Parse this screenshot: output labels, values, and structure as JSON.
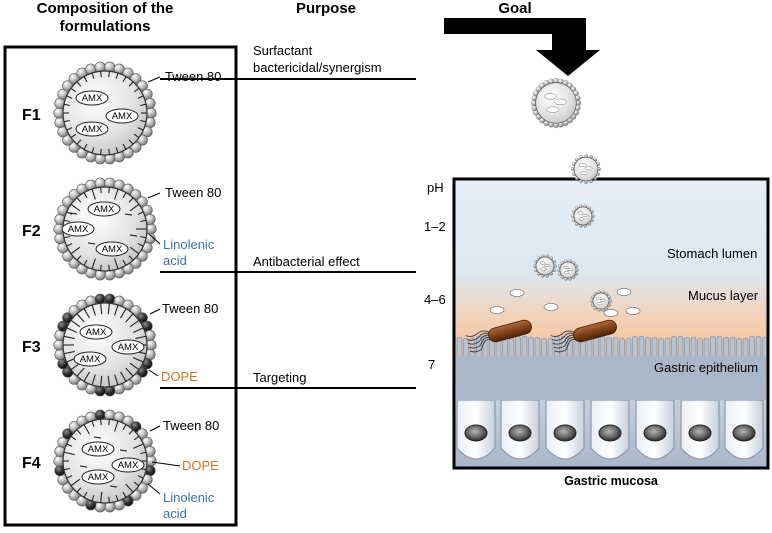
{
  "headers": {
    "composition_line1": "Composition of the",
    "composition_line2": "formulations",
    "purpose": "Purpose",
    "goal": "Goal"
  },
  "formulations": [
    {
      "id": "F1",
      "tween": "Tween 80",
      "amx": [
        "AMX",
        "AMX",
        "AMX"
      ]
    },
    {
      "id": "F2",
      "tween": "Tween 80",
      "linolenic_line1": "Linolenic",
      "linolenic_line2": "acid",
      "amx": [
        "AMX",
        "AMX",
        "AMX"
      ]
    },
    {
      "id": "F3",
      "tween": "Tween 80",
      "dope": "DOPE",
      "amx": [
        "AMX",
        "AMX",
        "AMX"
      ]
    },
    {
      "id": "F4",
      "tween": "Tween 80",
      "dope": "DOPE",
      "linolenic_line1": "Linolenic",
      "linolenic_line2": "acid",
      "amx": [
        "AMX",
        "AMX",
        "AMX"
      ]
    }
  ],
  "purposes": {
    "surfactant_line1": "Surfactant",
    "surfactant_line2": "bactericidal/synergism",
    "antibacterial": "Antibacterial effect",
    "targeting": "Targeting"
  },
  "stomach": {
    "ph_title": "pH",
    "ph_lumen": "1–2",
    "ph_mucus": "4–6",
    "ph_epithelium": "7",
    "lumen": "Stomach lumen",
    "mucus": "Mucus layer",
    "epithelium": "Gastric epithelium",
    "caption": "Gastric mucosa",
    "mini_label": "AMX"
  },
  "colors": {
    "lipid_grey": "#b5b5b5",
    "lipid_dark": "#2e2e2e",
    "linolenic_blue": "#3f6fb6",
    "dope_orange": "#d4742a",
    "lumen_blue": "#dde9f3",
    "mucus_orange": "#f6b98a",
    "epithelium_blue": "#a9b7c9",
    "bacterium_brown": "#8a4a22"
  }
}
